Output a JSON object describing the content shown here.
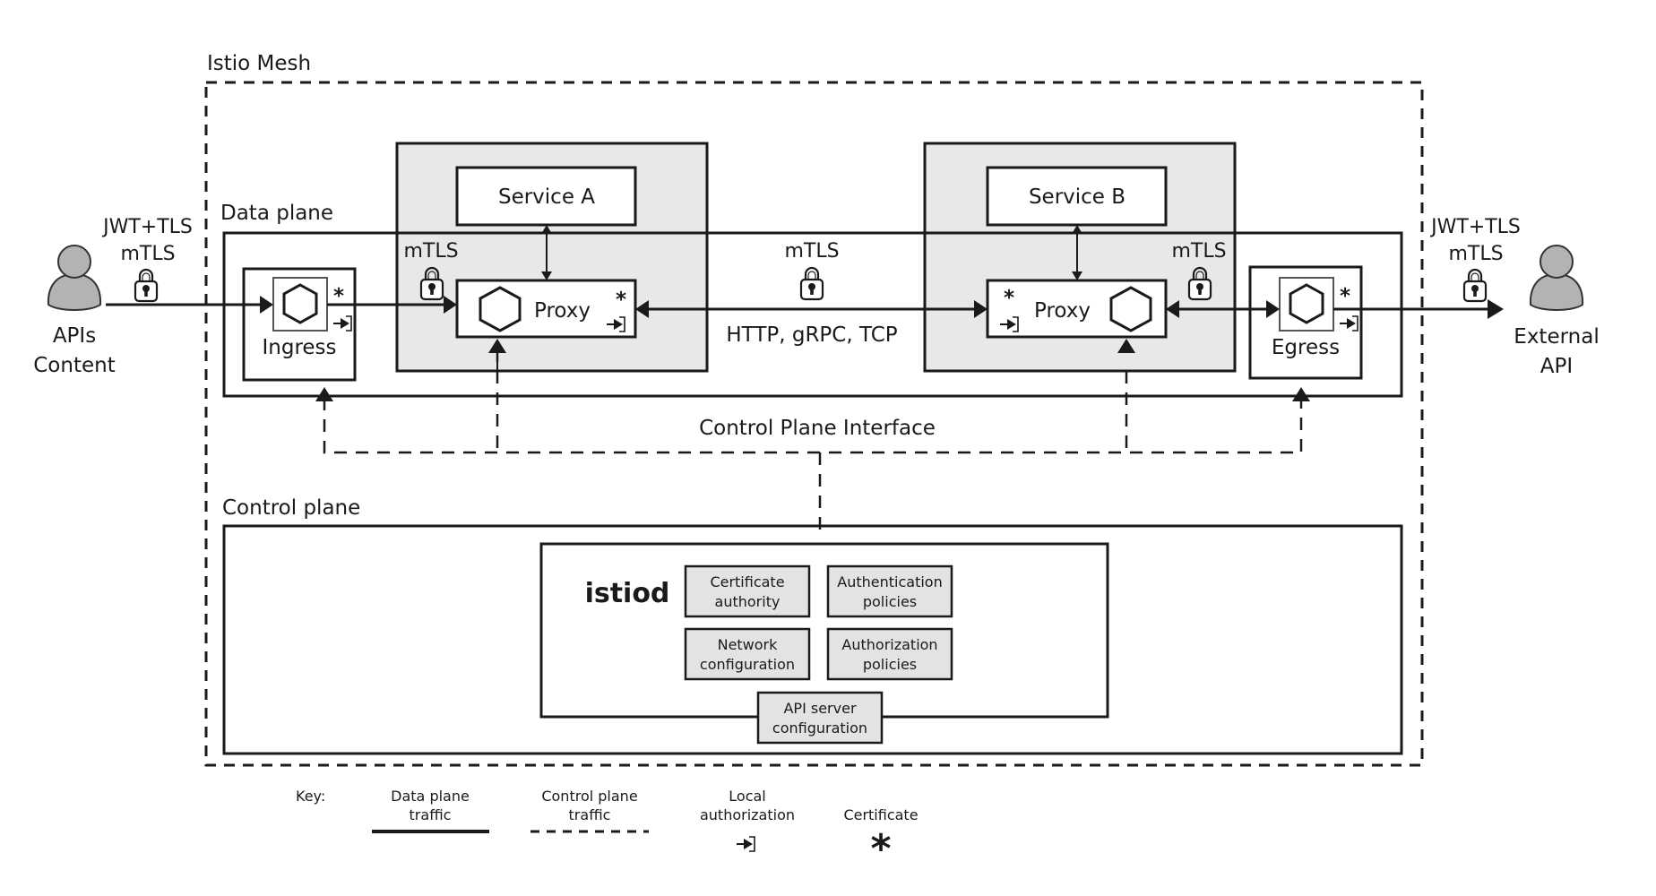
{
  "mesh": {
    "title": "Istio Mesh"
  },
  "data_plane": {
    "title": "Data plane",
    "ingress_label": "Ingress",
    "egress_label": "Egress",
    "service_a": "Service A",
    "service_b": "Service B",
    "proxy_label": "Proxy",
    "protocols": "HTTP, gRPC, TCP",
    "mtls": "mTLS"
  },
  "clients": {
    "left": {
      "line1": "APIs",
      "line2": "Content",
      "auth1": "JWT+TLS",
      "auth2": "mTLS"
    },
    "right": {
      "line1": "External",
      "line2": "API",
      "auth1": "JWT+TLS",
      "auth2": "mTLS"
    }
  },
  "control_plane_interface": "Control Plane Interface",
  "control_plane": {
    "title": "Control plane",
    "istiod": "istiod",
    "components": [
      {
        "line1": "Certificate",
        "line2": "authority"
      },
      {
        "line1": "Authentication",
        "line2": "policies"
      },
      {
        "line1": "Network",
        "line2": "configuration"
      },
      {
        "line1": "Authorization",
        "line2": "policies"
      },
      {
        "line1": "API server",
        "line2": "configuration"
      }
    ]
  },
  "key": {
    "title": "Key:",
    "items": [
      {
        "line1": "Data plane",
        "line2": "traffic",
        "icon": "solid-line"
      },
      {
        "line1": "Control plane",
        "line2": "traffic",
        "icon": "dashed-line"
      },
      {
        "line1": "Local",
        "line2": "authorization",
        "icon": "local-authorization-icon"
      },
      {
        "line1": "",
        "line2": "Certificate",
        "icon": "certificate-asterisk-icon"
      }
    ]
  },
  "icons": {
    "lock": "lock-icon",
    "hexagon": "envoy-hexagon-icon",
    "asterisk": "*",
    "person": "person-icon"
  }
}
